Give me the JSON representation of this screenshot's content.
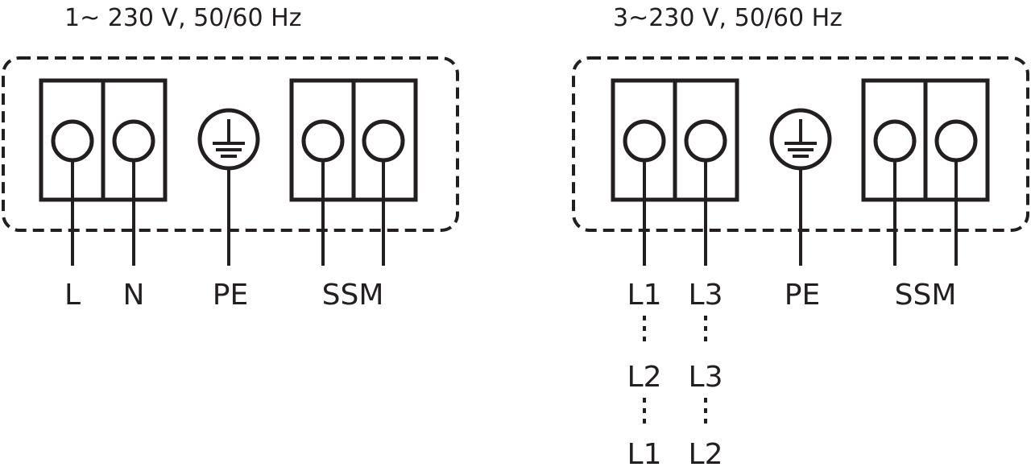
{
  "single_phase": {
    "title": "1~ 230 V, 50/60 Hz",
    "labels": {
      "l": "L",
      "n": "N",
      "pe": "PE",
      "ssm": "SSM"
    }
  },
  "three_phase": {
    "title": "3~230 V, 50/60 Hz",
    "labels": {
      "pe": "PE",
      "ssm": "SSM",
      "left_row1": "L1",
      "right_row1": "L3",
      "left_row2": "L2",
      "right_row2": "L3",
      "left_row3": "L1",
      "right_row3": "L2"
    }
  },
  "icons": {
    "terminal": "circle-terminal-icon",
    "ground": "ground-symbol-icon"
  },
  "colors": {
    "line": "#231f20",
    "background": "#ffffff"
  }
}
